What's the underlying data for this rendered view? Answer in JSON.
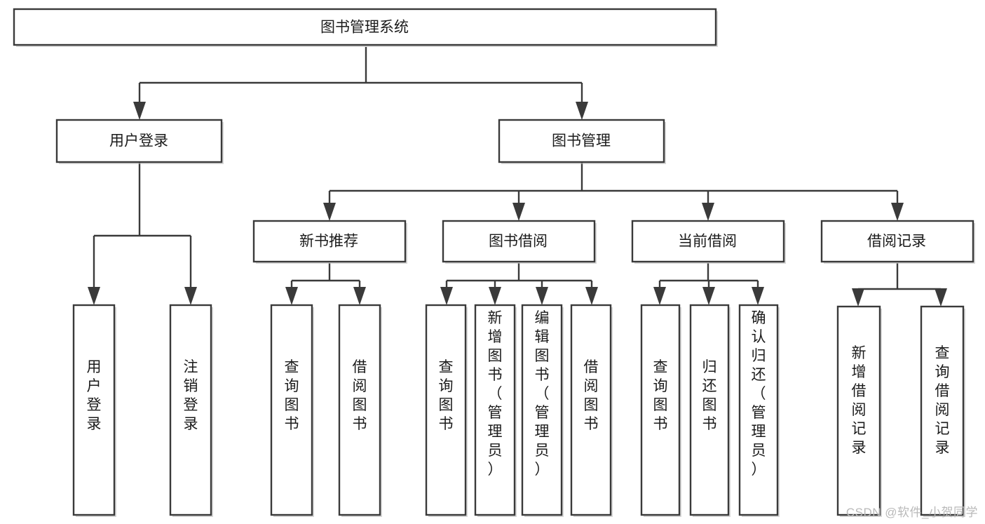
{
  "diagram": {
    "type": "tree-hierarchy",
    "title": "图书管理系统",
    "watermark": "CSDN @软件_小贺同学",
    "colors": {
      "stroke": "#3a3a3a",
      "fill": "#ffffff",
      "text": "#1b1b1b",
      "watermark": "#b9b9b9"
    },
    "levels": {
      "root": {
        "label": "图书管理系统"
      },
      "level2": [
        {
          "id": "user-login",
          "label": "用户登录"
        },
        {
          "id": "book-manage",
          "label": "图书管理"
        }
      ],
      "level3": [
        {
          "id": "new-book-recommend",
          "label": "新书推荐",
          "parent": "book-manage"
        },
        {
          "id": "book-borrow",
          "label": "图书借阅",
          "parent": "book-manage"
        },
        {
          "id": "current-borrow",
          "label": "当前借阅",
          "parent": "book-manage"
        },
        {
          "id": "borrow-record",
          "label": "借阅记录",
          "parent": "book-manage"
        }
      ],
      "leaves": [
        {
          "id": "leaf-user-login",
          "label": "用户登录",
          "parent": "user-login"
        },
        {
          "id": "leaf-logout-login",
          "label": "注销登录",
          "parent": "user-login"
        },
        {
          "id": "leaf-query-book-1",
          "label": "查询图书",
          "parent": "new-book-recommend"
        },
        {
          "id": "leaf-borrow-book-1",
          "label": "借阅图书",
          "parent": "new-book-recommend"
        },
        {
          "id": "leaf-query-book-2",
          "label": "查询图书",
          "parent": "book-borrow"
        },
        {
          "id": "leaf-add-book",
          "label": "新增图书（管理员）",
          "parent": "book-borrow"
        },
        {
          "id": "leaf-edit-book",
          "label": "编辑图书（管理员）",
          "parent": "book-borrow"
        },
        {
          "id": "leaf-borrow-book-2",
          "label": "借阅图书",
          "parent": "book-borrow"
        },
        {
          "id": "leaf-query-book-3",
          "label": "查询图书",
          "parent": "current-borrow"
        },
        {
          "id": "leaf-return-book",
          "label": "归还图书",
          "parent": "current-borrow"
        },
        {
          "id": "leaf-confirm-return",
          "label": "确认归还（管理员）",
          "parent": "current-borrow"
        },
        {
          "id": "leaf-add-record",
          "label": "新增借阅记录",
          "parent": "borrow-record"
        },
        {
          "id": "leaf-query-record",
          "label": "查询借阅记录",
          "parent": "borrow-record"
        }
      ]
    }
  }
}
